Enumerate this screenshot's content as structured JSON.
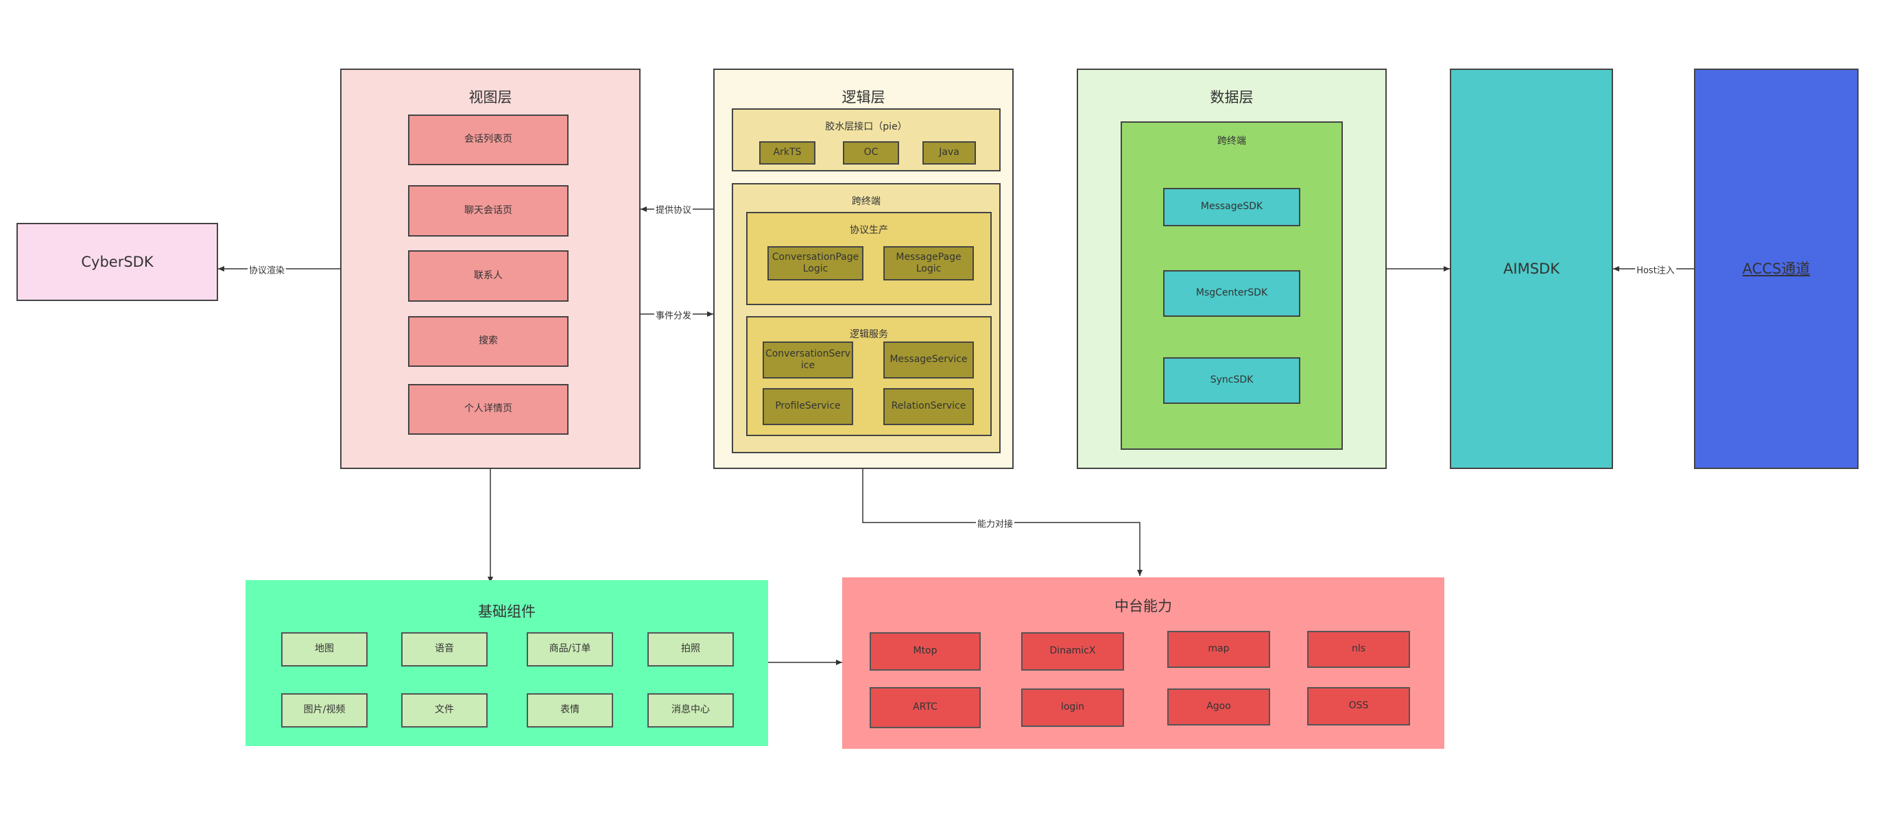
{
  "cybersdk": "CyberSDK",
  "view_layer": {
    "title": "视图层",
    "items": [
      "会话列表页",
      "聊天会话页",
      "联系人",
      "搜索",
      "个人详情页"
    ]
  },
  "logic_layer": {
    "title": "逻辑层",
    "glue": {
      "title": "胶水层接口（pie）",
      "items": [
        "ArkTS",
        "OC",
        "Java"
      ]
    },
    "cross": {
      "title": "跨终端",
      "protocol": {
        "title": "协议生产",
        "items": [
          "ConversationPage Logic",
          "MessagePage Logic"
        ]
      },
      "service": {
        "title": "逻辑服务",
        "items": [
          "ConversationServ ice",
          "MessageService",
          "ProfileService",
          "RelationService"
        ]
      }
    }
  },
  "data_layer": {
    "title": "数据层",
    "cross": {
      "title": "跨终端",
      "items": [
        "MessageSDK",
        "MsgCenterSDK",
        "SyncSDK"
      ]
    }
  },
  "aimsdk": "AIMSDK",
  "accs": "ACCS通道",
  "base_components": {
    "title": "基础组件",
    "items": [
      "地图",
      "语音",
      "商品/订单",
      "拍照",
      "图片/视频",
      "文件",
      "表情",
      "消息中心"
    ]
  },
  "middle_platform": {
    "title": "中台能力",
    "items": [
      "Mtop",
      "DinamicX",
      "map",
      "nls",
      "ARTC",
      "login",
      "Agoo",
      "OSS"
    ]
  },
  "edges": {
    "protocol_render": "协议渲染",
    "provide_protocol": "提供协议",
    "event_dispatch": "事件分发",
    "capability": "能力对接",
    "host_inject": "Host注入"
  },
  "colors": {
    "cybersdk": "#fbdcee",
    "view_layer": "#fadcdb",
    "view_item": "#f29a98",
    "logic_layer": "#fdf8e3",
    "glue": "#f2e3a4",
    "cross": "#f2e3a4",
    "inner": "#ead371",
    "olive": "#a49731",
    "data_layer": "#e3f6da",
    "data_cross": "#97d96b",
    "cyan": "#4dcac9",
    "accs": "#4a69e5",
    "base": "#66ffb4",
    "base_item": "#ccecb7",
    "middle": "#ff9899",
    "middle_item": "#e85050"
  }
}
